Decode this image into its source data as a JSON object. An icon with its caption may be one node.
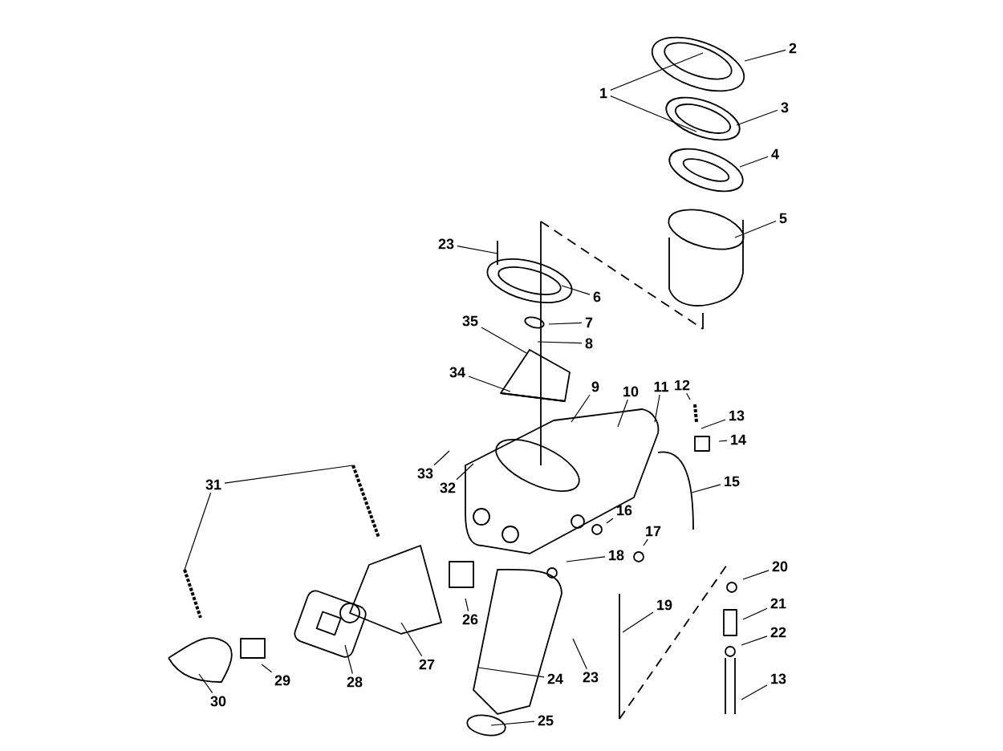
{
  "diagram": {
    "nodes": [
      {
        "text": [
          "2"
        ]
      },
      {
        "text": [
          "1"
        ]
      },
      {
        "text": [
          "3"
        ]
      },
      {
        "text": [
          "4"
        ]
      },
      {
        "text": [
          "5"
        ]
      },
      {
        "text": [
          "23"
        ]
      },
      {
        "text": [
          "6"
        ]
      },
      {
        "text": [
          "35"
        ]
      },
      {
        "text": [
          "7"
        ]
      },
      {
        "text": [
          "8"
        ]
      },
      {
        "text": [
          "34"
        ]
      },
      {
        "text": [
          "9"
        ]
      },
      {
        "text": [
          "10"
        ]
      },
      {
        "text": [
          "11"
        ]
      },
      {
        "text": [
          "12"
        ]
      },
      {
        "text": [
          "13"
        ]
      },
      {
        "text": [
          "14"
        ]
      },
      {
        "text": [
          "33"
        ]
      },
      {
        "text": [
          "32"
        ]
      },
      {
        "text": [
          "31"
        ]
      },
      {
        "text": [
          "15"
        ]
      },
      {
        "text": [
          "16"
        ]
      },
      {
        "text": [
          "17"
        ]
      },
      {
        "text": [
          "18"
        ]
      },
      {
        "text": [
          "20"
        ]
      },
      {
        "text": [
          "26"
        ]
      },
      {
        "text": [
          "19"
        ]
      },
      {
        "text": [
          "21"
        ]
      },
      {
        "text": [
          "22"
        ]
      },
      {
        "text": [
          "27"
        ]
      },
      {
        "text": [
          "28"
        ]
      },
      {
        "text": [
          "29"
        ]
      },
      {
        "text": [
          "24"
        ]
      },
      {
        "text": [
          "23"
        ]
      },
      {
        "text": [
          "13"
        ]
      },
      {
        "text": [
          "30"
        ]
      },
      {
        "text": [
          "25"
        ]
      }
    ],
    "edges": [
      {
        "from": 0,
        "to": null,
        "arrow": "none"
      },
      {
        "from": 1,
        "to": null,
        "arrow": "none"
      },
      {
        "from": 1,
        "to": null,
        "arrow": "none"
      },
      {
        "from": 2,
        "to": null,
        "arrow": "none"
      },
      {
        "from": 3,
        "to": null,
        "arrow": "none"
      },
      {
        "from": 4,
        "to": null,
        "arrow": "none"
      },
      {
        "from": 5,
        "to": null,
        "arrow": "none"
      },
      {
        "from": 6,
        "to": null,
        "arrow": "none"
      },
      {
        "from": 7,
        "to": null,
        "arrow": "none"
      },
      {
        "from": 8,
        "to": null,
        "arrow": "none"
      },
      {
        "from": 9,
        "to": null,
        "arrow": "none"
      },
      {
        "from": 10,
        "to": null,
        "arrow": "none"
      },
      {
        "from": 11,
        "to": null,
        "arrow": "none"
      },
      {
        "from": 12,
        "to": null,
        "arrow": "none"
      },
      {
        "from": 13,
        "to": null,
        "arrow": "none"
      },
      {
        "from": 14,
        "to": null,
        "arrow": "none"
      },
      {
        "from": 15,
        "to": null,
        "arrow": "none"
      },
      {
        "from": 16,
        "to": null,
        "arrow": "none"
      },
      {
        "from": 17,
        "to": null,
        "arrow": "none"
      },
      {
        "from": 18,
        "to": null,
        "arrow": "none"
      },
      {
        "from": 19,
        "to": null,
        "arrow": "none"
      },
      {
        "from": 19,
        "to": null,
        "arrow": "none"
      },
      {
        "from": 20,
        "to": null,
        "arrow": "none"
      },
      {
        "from": 21,
        "to": null,
        "arrow": "none"
      },
      {
        "from": 22,
        "to": null,
        "arrow": "none"
      },
      {
        "from": 23,
        "to": null,
        "arrow": "none"
      },
      {
        "from": 24,
        "to": null,
        "arrow": "none"
      },
      {
        "from": 25,
        "to": null,
        "arrow": "none"
      },
      {
        "from": 26,
        "to": null,
        "arrow": "none"
      },
      {
        "from": 27,
        "to": null,
        "arrow": "none"
      },
      {
        "from": 28,
        "to": null,
        "arrow": "none"
      },
      {
        "from": 29,
        "to": null,
        "arrow": "none"
      },
      {
        "from": 30,
        "to": null,
        "arrow": "none"
      },
      {
        "from": 31,
        "to": null,
        "arrow": "none"
      },
      {
        "from": 32,
        "to": null,
        "arrow": "none"
      },
      {
        "from": 33,
        "to": null,
        "arrow": "none"
      },
      {
        "from": 34,
        "to": null,
        "arrow": "none"
      },
      {
        "from": 35,
        "to": null,
        "arrow": "none"
      },
      {
        "from": 36,
        "to": null,
        "arrow": "none"
      }
    ]
  }
}
